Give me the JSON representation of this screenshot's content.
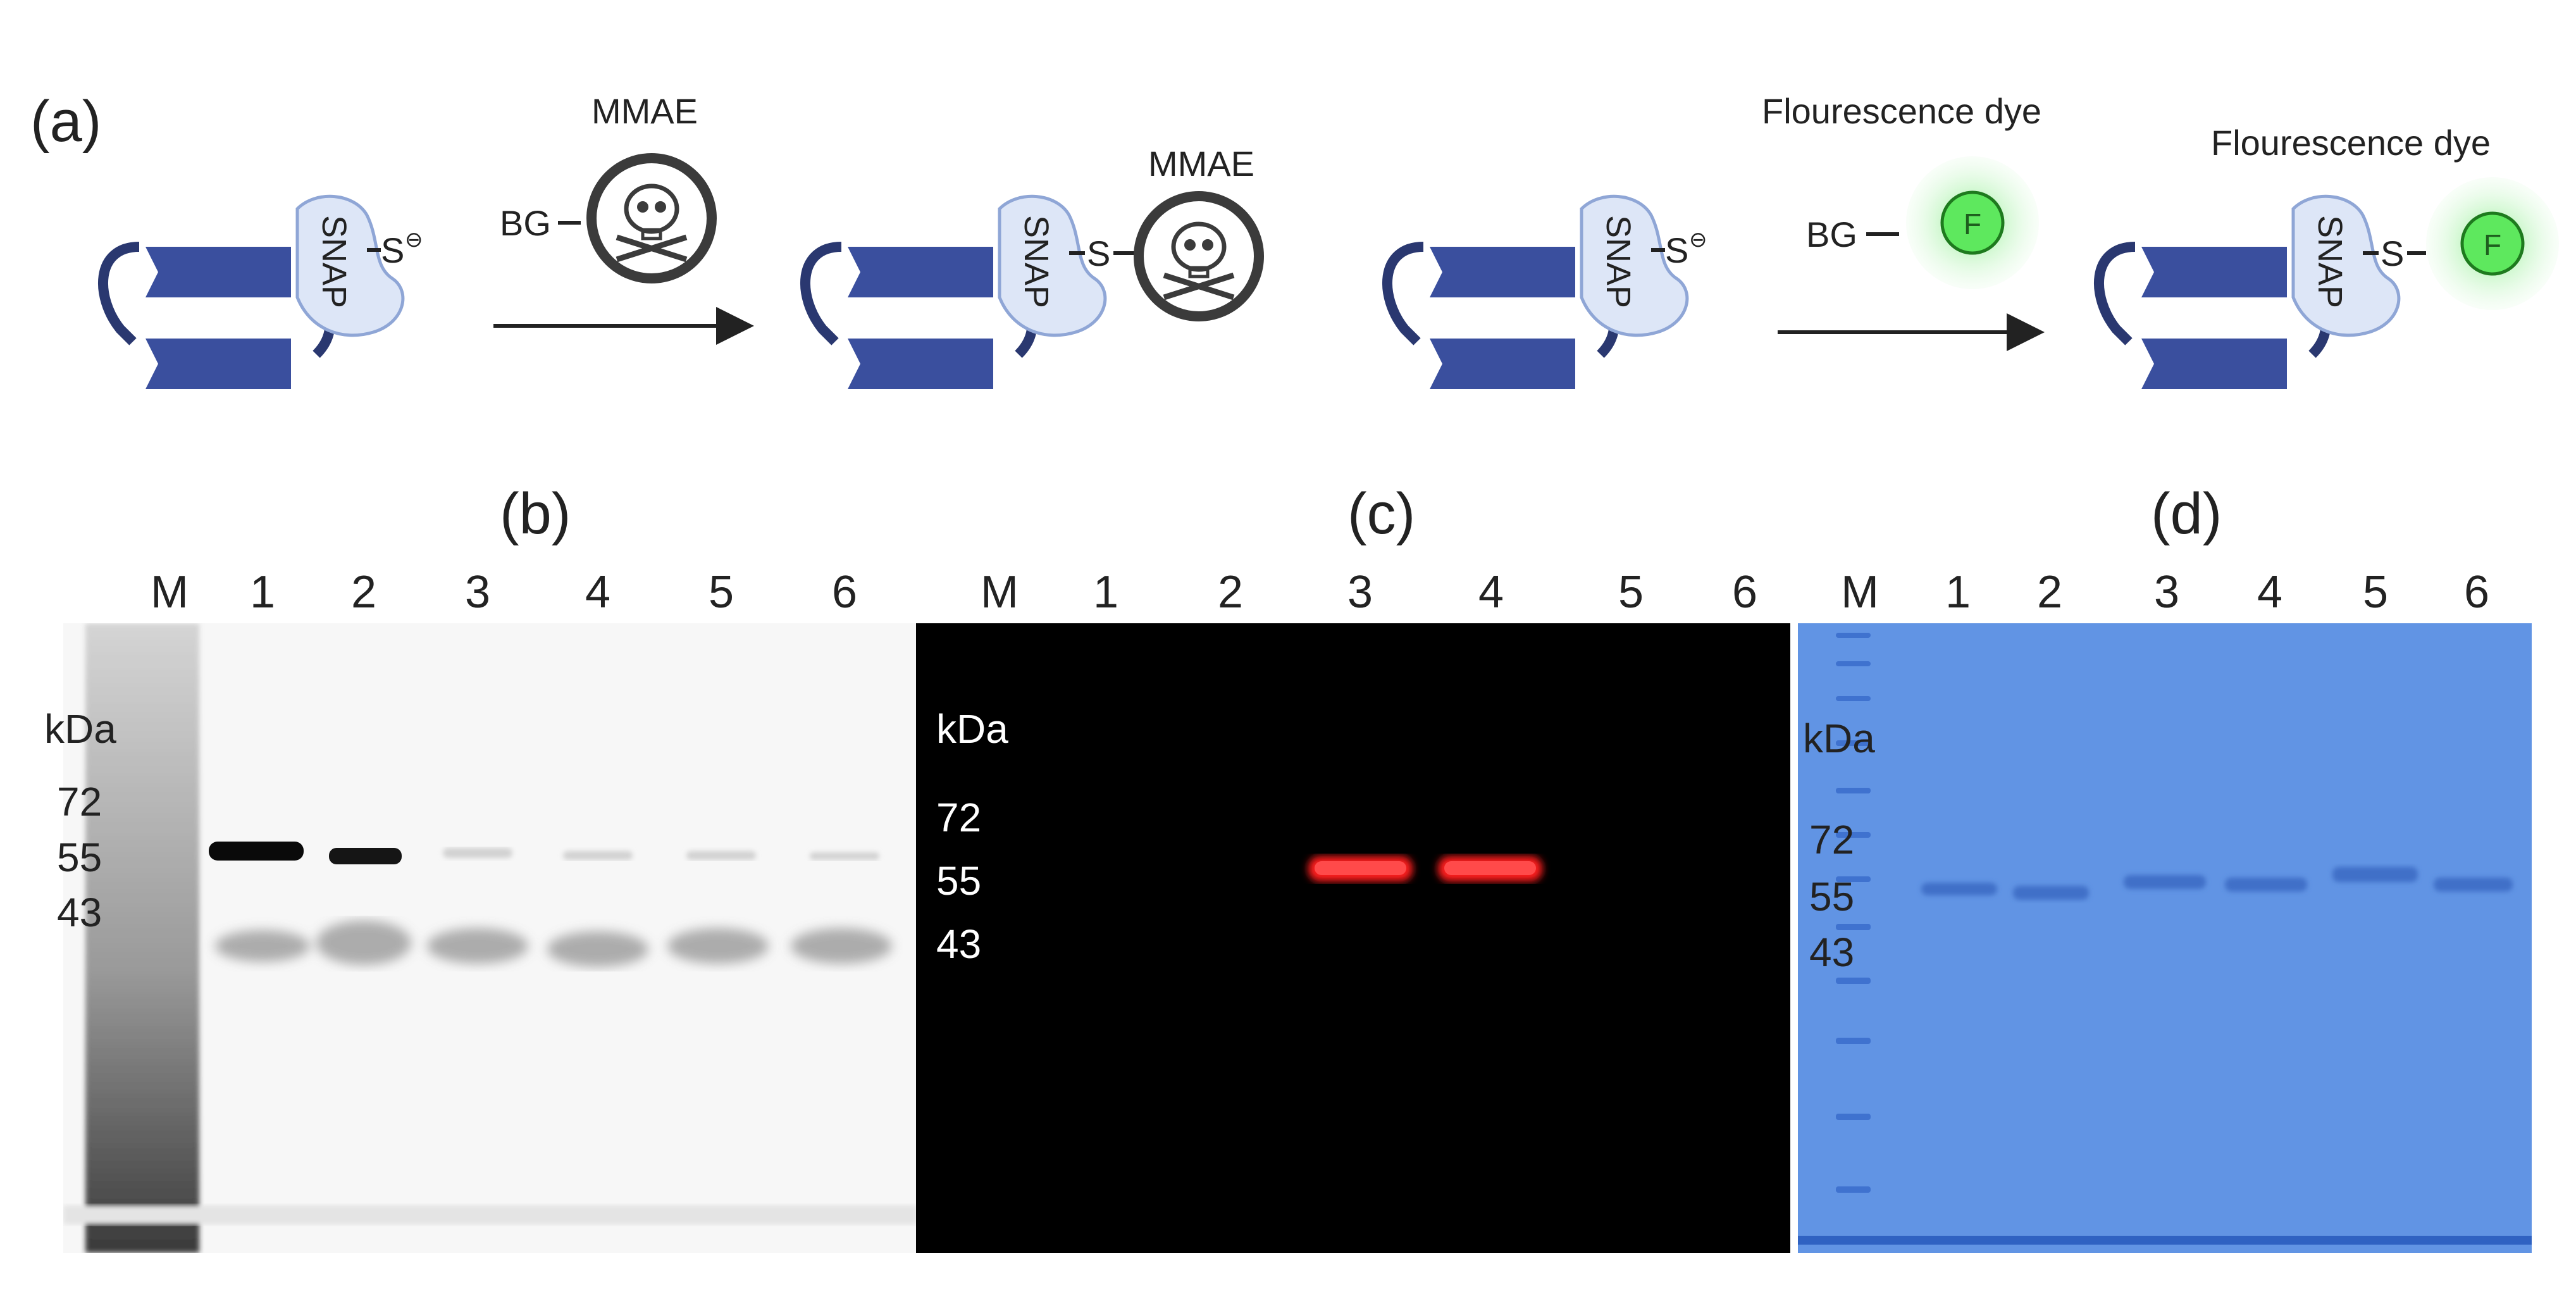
{
  "panel_a": {
    "label": "(a)",
    "snap_label": "SNAP",
    "thiolate_label": "S",
    "thiolate_charge": "⊖",
    "thioether_label": "S",
    "bg_label": "BG",
    "drug_name": "MMAE",
    "dye_name": "Flourescence dye",
    "dye_glyph": "F",
    "drug_icon": "skull-crossbones-icon",
    "protein_color": "#3a4f9e",
    "snap_fill": "#dde6f7",
    "dye_color": "#5ee85e"
  },
  "panel_b": {
    "label": "(b)",
    "lanes": [
      "M",
      "1",
      "2",
      "3",
      "4",
      "5",
      "6"
    ],
    "unit": "kDa",
    "markers": [
      "72",
      "55",
      "43"
    ]
  },
  "panel_c": {
    "label": "(c)",
    "lanes": [
      "M",
      "1",
      "2",
      "3",
      "4",
      "5",
      "6"
    ],
    "unit": "kDa",
    "markers": [
      "72",
      "55",
      "43"
    ],
    "band_color": "#ff1a1a"
  },
  "panel_d": {
    "label": "(d)",
    "lanes": [
      "M",
      "1",
      "2",
      "3",
      "4",
      "5",
      "6"
    ],
    "unit": "kDa",
    "markers": [
      "72",
      "55",
      "43"
    ],
    "gel_color": "#5b8fe2"
  }
}
